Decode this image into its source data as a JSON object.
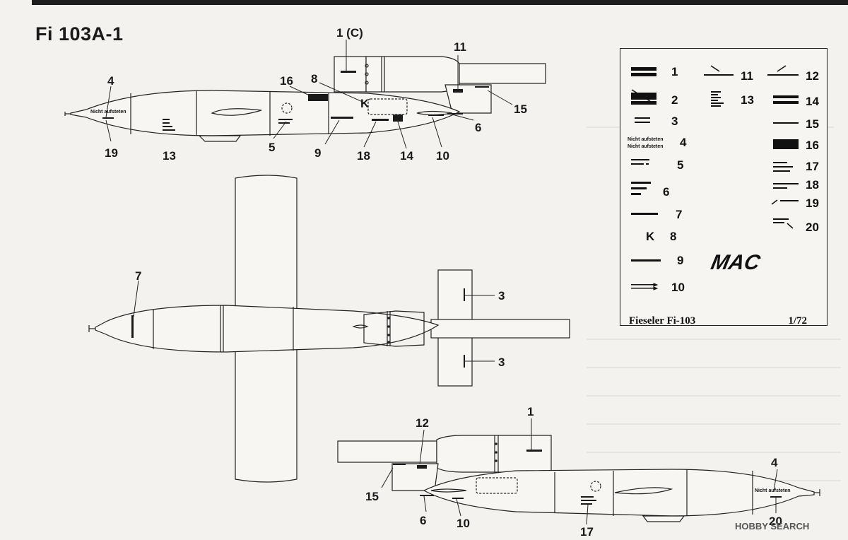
{
  "title": "Fi 103A-1",
  "stencil_text": "Nicht aufsteten",
  "legend": {
    "numbers": [
      "1",
      "2",
      "3",
      "4",
      "5",
      "6",
      "7",
      "8",
      "9",
      "10",
      "11",
      "12",
      "13",
      "14",
      "15",
      "16",
      "17",
      "18",
      "19",
      "20"
    ],
    "k_label": "K",
    "logo_text": "MAC",
    "model": "Fieseler Fi-103",
    "scale": "1/72"
  },
  "callouts": {
    "side_top": [
      "1 (C)",
      "11",
      "4",
      "16",
      "8",
      "15",
      "6",
      "19",
      "13",
      "5",
      "9",
      "18",
      "14",
      "10"
    ],
    "k_marker": "K",
    "plan": [
      "7",
      "3",
      "3"
    ],
    "side_bottom": [
      "1",
      "12",
      "4",
      "15",
      "6",
      "10",
      "17",
      "20"
    ]
  },
  "watermark": "HOBBY SEARCH"
}
